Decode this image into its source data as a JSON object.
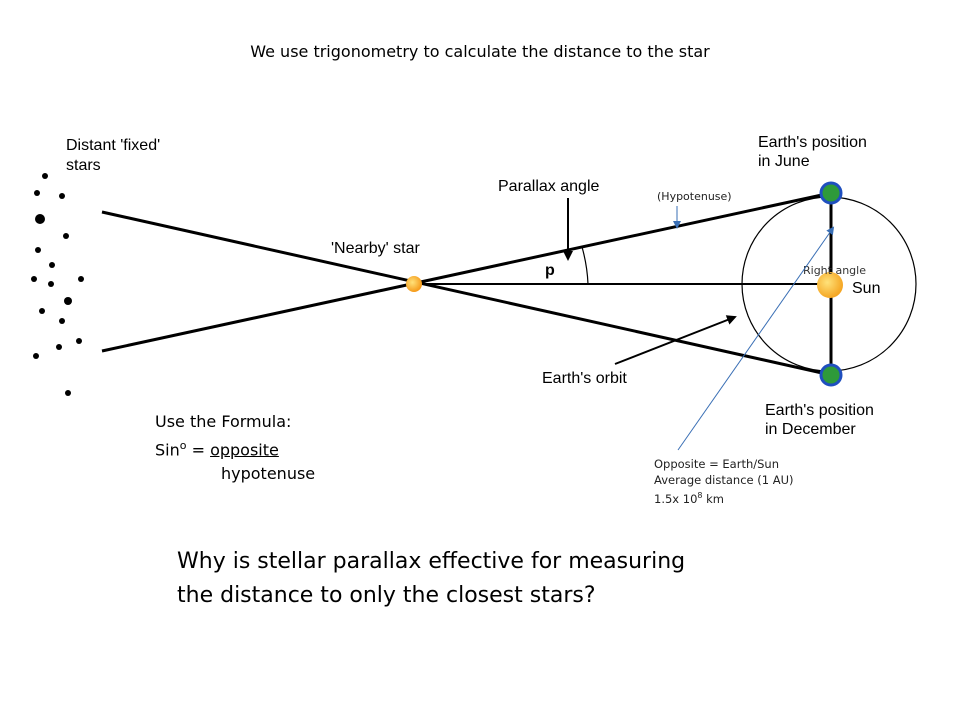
{
  "title": "We use trigonometry to calculate the distance to the star",
  "diagram": {
    "distant_stars_label": [
      "Distant 'fixed'",
      "stars"
    ],
    "june_label": [
      "Earth's position",
      "in June"
    ],
    "december_label": [
      "Earth's position",
      "in December"
    ],
    "parallax_angle_label": "Parallax angle",
    "nearby_star_label": "'Nearby' star",
    "p_label": "p",
    "sun_label": "Sun",
    "earth_orbit_label": "Earth's orbit",
    "hypotenuse_label": "(Hypotenuse)",
    "right_angle_label": "Right angle",
    "colors": {
      "sun": "#f5a623",
      "earth": "#2e9a3a",
      "earth_ring": "#1f4fbf",
      "annotation_line": "#3a6fb5"
    }
  },
  "formula": {
    "heading": "Use the Formula:",
    "lhs": "Sin",
    "degree": "o",
    "equals": " = ",
    "numerator": "opposite",
    "denominator": "hypotenuse"
  },
  "opposite_note": {
    "line1": "Opposite = Earth/Sun",
    "line2": "Average distance (1 AU)",
    "line3_prefix": "1.5x 10",
    "line3_exp": "8",
    "line3_suffix": " km"
  },
  "question": "Why is stellar parallax effective for measuring the distance to only the closest stars?"
}
